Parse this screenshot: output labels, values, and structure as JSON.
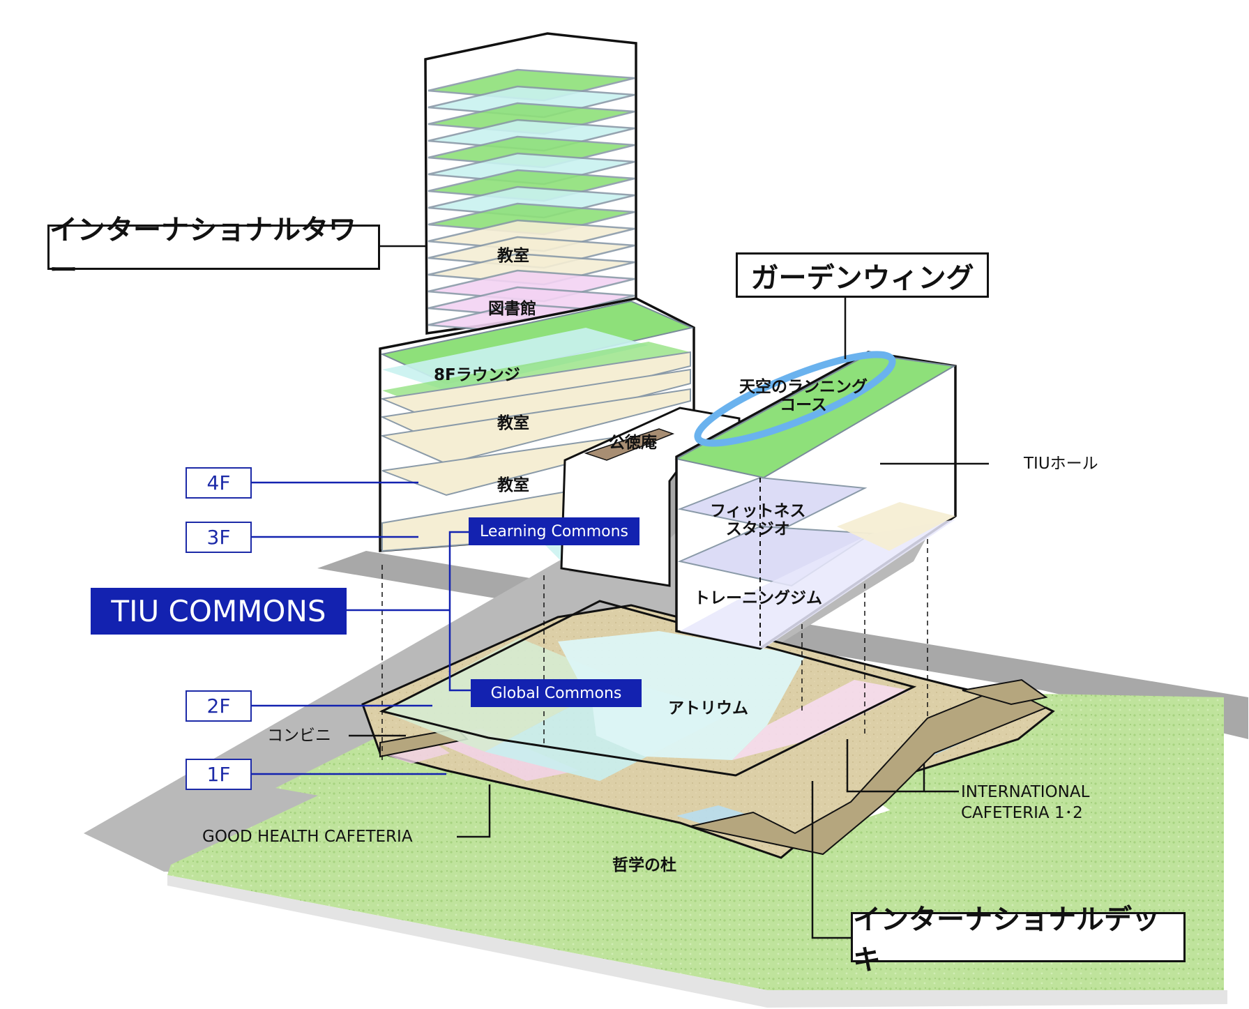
{
  "buildings": {
    "tower": "インターナショナルタワー",
    "garden_wing": "ガーデンウィング",
    "deck": "インターナショナルデッキ"
  },
  "commons": {
    "title": "TIU COMMONS",
    "learning": "Learning Commons",
    "global": "Global Commons"
  },
  "floors": [
    "4F",
    "3F",
    "2F",
    "1F"
  ],
  "rooms": {
    "classroom": "教室",
    "library": "図書館",
    "lounge": "8Fラウンジ",
    "kotokuan": "公徳庵",
    "running": "天空のランニング\nコース",
    "tiu_hall": "TIUホール",
    "fitness": "フィットネス\nスタジオ",
    "gym": "トレーニングジム",
    "atrium": "アトリウム",
    "konbini": "コンビニ",
    "intl_cafeteria": "INTERNATIONAL\nCAFETERIA 1･2",
    "good_health": "GOOD HEALTH CAFETERIA",
    "forest": "哲学の杜"
  },
  "colors": {
    "label_blue": "#1322b0",
    "floor_green": "#8ee07a",
    "floor_cream": "#f5eed4",
    "floor_pink": "#f3d3f3",
    "floor_cyan": "#c9f2f0",
    "floor_lavender": "#dcdcf6",
    "lawn": "#b7dd94",
    "road": "#a8a8a8"
  }
}
